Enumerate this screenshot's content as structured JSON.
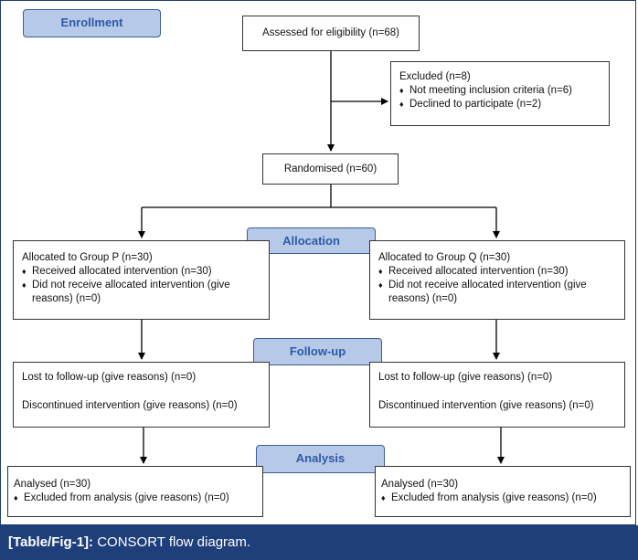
{
  "stages": {
    "enrollment": "Enrollment",
    "allocation": "Allocation",
    "followup": "Follow-up",
    "analysis": "Analysis"
  },
  "boxes": {
    "assessed": "Assessed for eligibility (n=68)",
    "excluded": {
      "title": "Excluded (n=8)",
      "items": [
        "Not meeting inclusion criteria (n=6)",
        "Declined to participate (n=2)"
      ]
    },
    "randomised": "Randomised (n=60)",
    "alloc_p": {
      "title": "Allocated to Group P (n=30)",
      "items": [
        "Received allocated intervention (n=30)",
        "Did not receive allocated intervention (give reasons) (n=0)"
      ]
    },
    "alloc_q": {
      "title": "Allocated to Group Q (n=30)",
      "items": [
        "Received allocated intervention (n=30)",
        "Did not receive allocated intervention (give reasons) (n=0)"
      ]
    },
    "followup_p": {
      "lost": "Lost to follow-up (give reasons) (n=0)",
      "discontinued": "Discontinued intervention (give reasons) (n=0)"
    },
    "followup_q": {
      "lost": "Lost to follow-up (give reasons) (n=0)",
      "discontinued": "Discontinued intervention (give reasons) (n=0)"
    },
    "analysis_p": {
      "title": "Analysed (n=30)",
      "items": [
        "Excluded from analysis (give reasons) (n=0)"
      ]
    },
    "analysis_q": {
      "title": "Analysed (n=30)",
      "items": [
        "Excluded from analysis (give reasons) (n=0)"
      ]
    }
  },
  "bullet_glyph": "♦",
  "caption": {
    "label": "[Table/Fig-1]:",
    "text": " CONSORT flow diagram."
  },
  "colors": {
    "stage_fill": "#b7c9e8",
    "stage_text": "#2d5aa6",
    "caption_bar": "#1f3f7a",
    "frame": "#1f3d73"
  }
}
